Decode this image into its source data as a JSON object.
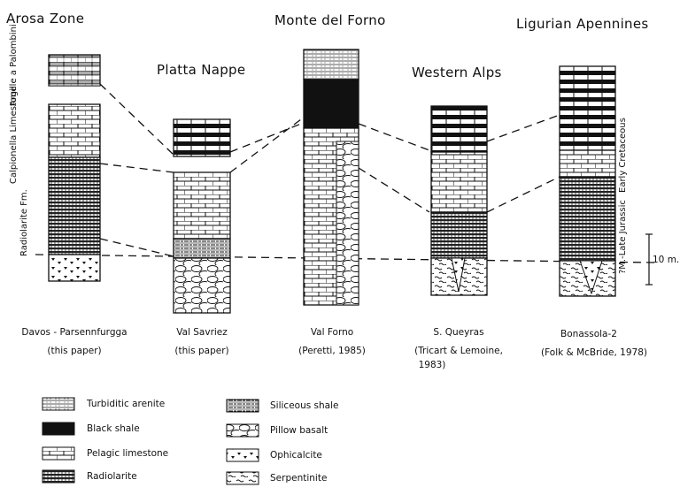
{
  "regions": {
    "arosa": "Arosa Zone",
    "monte": "Monte del Forno",
    "ligurian": "Ligurian Apennines",
    "platta": "Platta Nappe",
    "western": "Western Alps"
  },
  "formation_labels_left": {
    "argille": "Argille a Palombini",
    "calpionella": "Calpionella Limestone",
    "radiolarite": "Radiolarite Fm."
  },
  "age_labels_right": {
    "early_cretaceous": "Early Cretaceous",
    "late_jurassic": "?M.-Late Jurassic"
  },
  "scale_label": "10 m.",
  "sections": [
    {
      "name": "Davos - Parsennfurgga",
      "ref1": "(this paper)",
      "ref2": ""
    },
    {
      "name": "Val Savriez",
      "ref1": "(this paper)",
      "ref2": ""
    },
    {
      "name": "Val Forno",
      "ref1": "(Peretti, 1985)",
      "ref2": ""
    },
    {
      "name": "S. Queyras",
      "ref1": "(Tricart & Lemoine,",
      "ref2": "1983)"
    },
    {
      "name": "Bonassola-2",
      "ref1": "(Folk & McBride, 1978)",
      "ref2": ""
    }
  ],
  "legend": [
    {
      "label": "Turbiditic arenite",
      "pattern": "turbiditic-arenite"
    },
    {
      "label": "Black shale",
      "pattern": "black-shale"
    },
    {
      "label": "Pelagic limestone",
      "pattern": "pelagic-limestone"
    },
    {
      "label": "Radiolarite",
      "pattern": "radiolarite"
    },
    {
      "label": "Siliceous shale",
      "pattern": "siliceous-shale"
    },
    {
      "label": "Pillow basalt",
      "pattern": "pillow-basalt"
    },
    {
      "label": "Ophicalcite",
      "pattern": "ophicalcite"
    },
    {
      "label": "Serpentinite",
      "pattern": "serpentinite"
    }
  ]
}
